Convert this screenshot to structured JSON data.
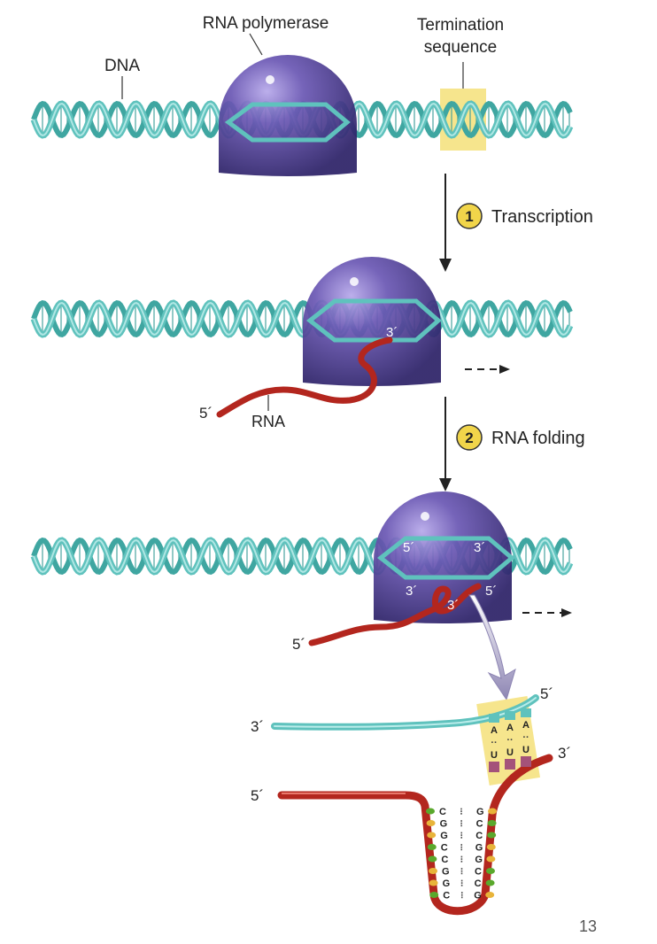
{
  "labels": {
    "rna_polymerase": "RNA polymerase",
    "termination_line1": "Termination",
    "termination_line2": "sequence",
    "dna": "DNA",
    "rna": "RNA"
  },
  "steps": [
    {
      "number": "1",
      "label": "Transcription"
    },
    {
      "number": "2",
      "label": "RNA folding"
    }
  ],
  "primes": {
    "five": "5´",
    "three": "3´"
  },
  "hairpin": {
    "terminator_top": [
      "A",
      "A",
      "A"
    ],
    "terminator_bottom": [
      "U",
      "U",
      "U"
    ],
    "stem_left": [
      "C",
      "G",
      "G",
      "C",
      "C",
      "G",
      "G",
      "C"
    ],
    "stem_right": [
      "G",
      "C",
      "C",
      "G",
      "G",
      "C",
      "C",
      "G"
    ]
  },
  "page_number": "13",
  "colors": {
    "dna": "#5fc2bd",
    "polymerase": "#4a3a8c",
    "rna": "#b3261e",
    "highlight": "#f6e58d",
    "step_badge": "#f1d54a"
  }
}
